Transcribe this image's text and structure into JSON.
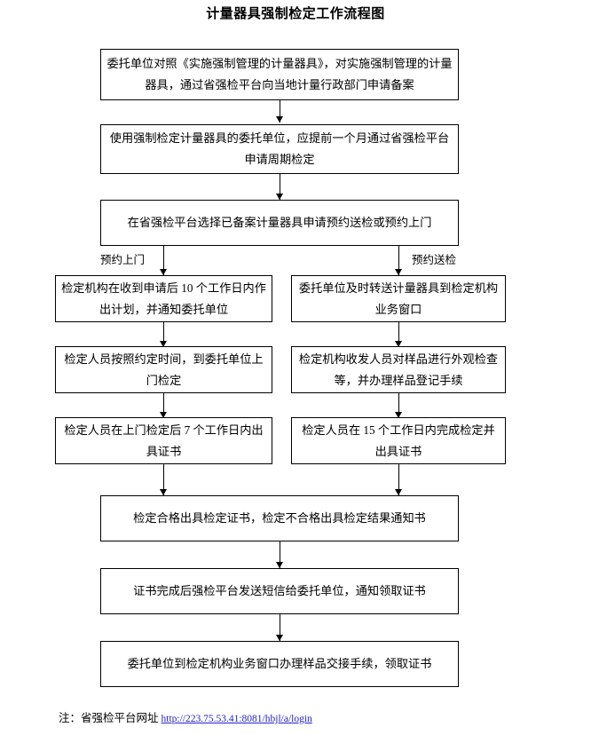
{
  "title": "计量器具强制检定工作流程图",
  "flow": {
    "top_steps": [
      {
        "id": "step-filing",
        "text": "委托单位对照《实施强制管理的计量器具》，对实施强制管理的计量器具，通过省强检平台向当地计量行政部门申请备案"
      },
      {
        "id": "step-periodic-application",
        "text": "使用强制检定计量器具的委托单位，应提前一个月通过省强检平台申请周期检定"
      },
      {
        "id": "step-choose-mode",
        "text": "在省强检平台选择已备案计量器具申请预约送检或预约上门"
      }
    ],
    "branches": {
      "left_label": "预约上门",
      "right_label": "预约送检",
      "left_steps": [
        {
          "id": "left-step-plan",
          "text": "检定机构在收到申请后 10 个工作日内作出计划，并通知委托单位"
        },
        {
          "id": "left-step-onsite",
          "text": "检定人员按照约定时间，到委托单位上门检定"
        },
        {
          "id": "left-step-certificate",
          "text": "检定人员在上门检定后 7 个工作日内出具证书"
        }
      ],
      "right_steps": [
        {
          "id": "right-step-deliver",
          "text": "委托单位及时转送计量器具到检定机构业务窗口"
        },
        {
          "id": "right-step-inspect",
          "text": "检定机构收发人员对样品进行外观检查等，并办理样品登记手续"
        },
        {
          "id": "right-step-certificate",
          "text": "检定人员在 15 个工作日内完成检定并出具证书"
        }
      ]
    },
    "bottom_steps": [
      {
        "id": "step-result",
        "text": "检定合格出具检定证书，检定不合格出具检定结果通知书"
      },
      {
        "id": "step-sms",
        "text": "证书完成后强检平台发送短信给委托单位，通知领取证书"
      },
      {
        "id": "step-collect",
        "text": "委托单位到检定机构业务窗口办理样品交接手续，领取证书"
      }
    ]
  },
  "footer": {
    "label": "注：省强检平台网址",
    "url": "http://223.75.53.41:8081/hbjl/a/login"
  },
  "colors": {
    "line": "#000000",
    "text": "#000000",
    "link": "#2222cc",
    "background": "#ffffff"
  }
}
